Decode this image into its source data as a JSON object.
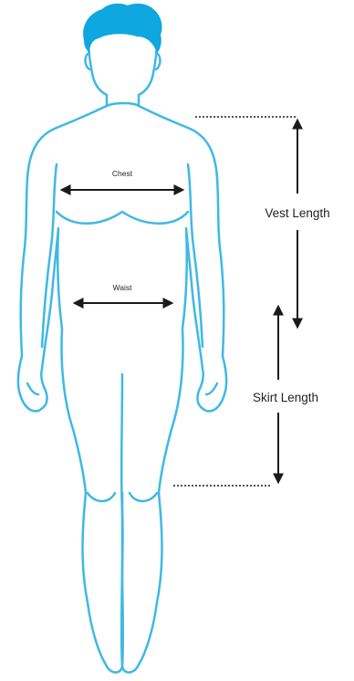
{
  "labels": {
    "chest": "Chest",
    "waist": "Waist",
    "vest_length": "Vest Length",
    "skirt_length": "Skirt Length"
  },
  "colors": {
    "outline": "#3fb8e6",
    "hair": "#0ea7e0",
    "arrow": "#1a1a1a"
  },
  "icons": {
    "hair": "hair-shape",
    "arrows": "double-headed-arrow"
  }
}
